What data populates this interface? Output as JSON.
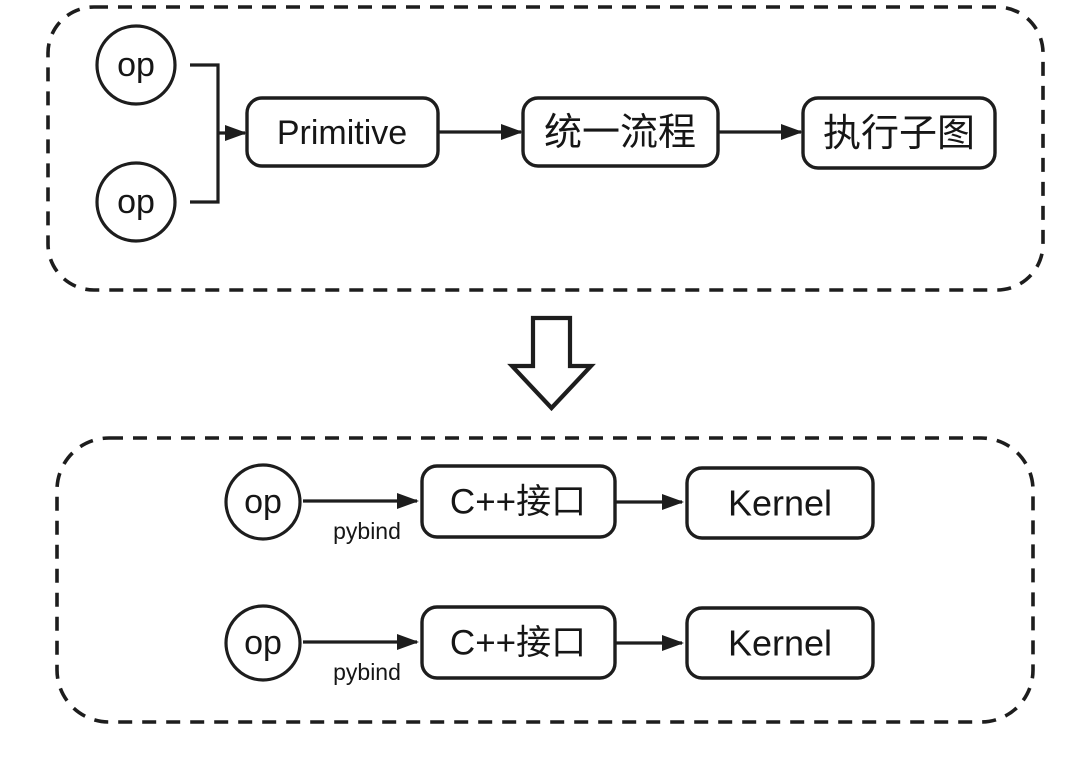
{
  "colors": {
    "stroke": "#1d1d1d",
    "background": "#ffffff"
  },
  "top_container": {
    "op_circles": [
      {
        "label": "op"
      },
      {
        "label": "op"
      }
    ],
    "boxes": [
      {
        "id": "primitive",
        "label": "Primitive"
      },
      {
        "id": "unified-process",
        "label": "统一流程"
      },
      {
        "id": "execution-subgraph",
        "label": "执行子图"
      }
    ]
  },
  "connector": {
    "shape": "hollow-down-arrow"
  },
  "bottom_container": {
    "rows": [
      {
        "op_label": "op",
        "arrow_label": "pybind",
        "interface_label": "C++接口",
        "kernel_label": "Kernel"
      },
      {
        "op_label": "op",
        "arrow_label": "pybind",
        "interface_label": "C++接口",
        "kernel_label": "Kernel"
      }
    ]
  }
}
